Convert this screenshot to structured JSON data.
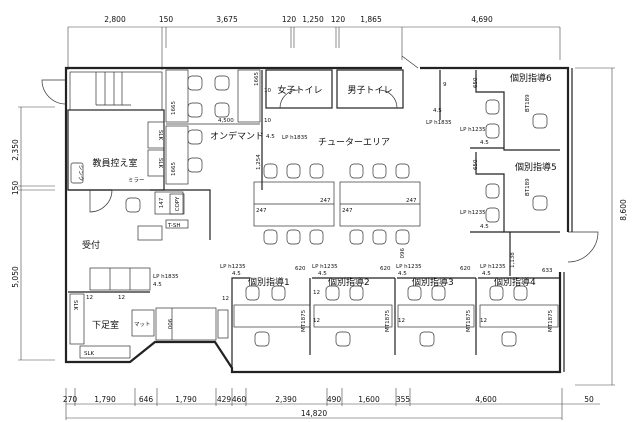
{
  "dimensions": {
    "top": [
      "2,800",
      "150",
      "3,675",
      "120",
      "1,250",
      "120",
      "1,865",
      "4,690"
    ],
    "bottom": [
      "270",
      "1,790",
      "646",
      "1,790",
      "429",
      "460",
      "2,390",
      "490",
      "1,600",
      "355",
      "4,600",
      "50"
    ],
    "total_width": "14,820",
    "left": [
      "2,350",
      "150",
      "5,050"
    ],
    "right": "8,600"
  },
  "rooms": {
    "staff_room": "教員控え室",
    "on_demand": "オンデマンド",
    "womens_toilet": "女子トイレ",
    "mens_toilet": "男子トイレ",
    "tutor_area": "チューターエリア",
    "reception": "受付",
    "shoe_room": "下足室",
    "booth1": "個別指導1",
    "booth2": "個別指導2",
    "booth3": "個別指導3",
    "booth4": "個別指導4",
    "booth5": "個別指導5",
    "booth6": "個別指導6"
  },
  "fixtures": {
    "sink": "シンク",
    "mirror": "ミラー",
    "mat": "マット",
    "copy": "COPY",
    "tsh": "T-SH",
    "slk": "SLK",
    "bt": "BT189",
    "mt": "MT1875",
    "lp1835": "LP h1835",
    "lp1235": "LP h1235"
  },
  "notes": {
    "d4500": "4,500",
    "d1665": "1665",
    "d147": "147",
    "d1254": "1,254",
    "d1138": "1,138",
    "d960": "960",
    "d900": "900",
    "d650": "650",
    "d620": "620",
    "d633": "633",
    "d247": "247",
    "d12": "12",
    "d10": "10",
    "d9": "9",
    "d45": "4.5"
  }
}
